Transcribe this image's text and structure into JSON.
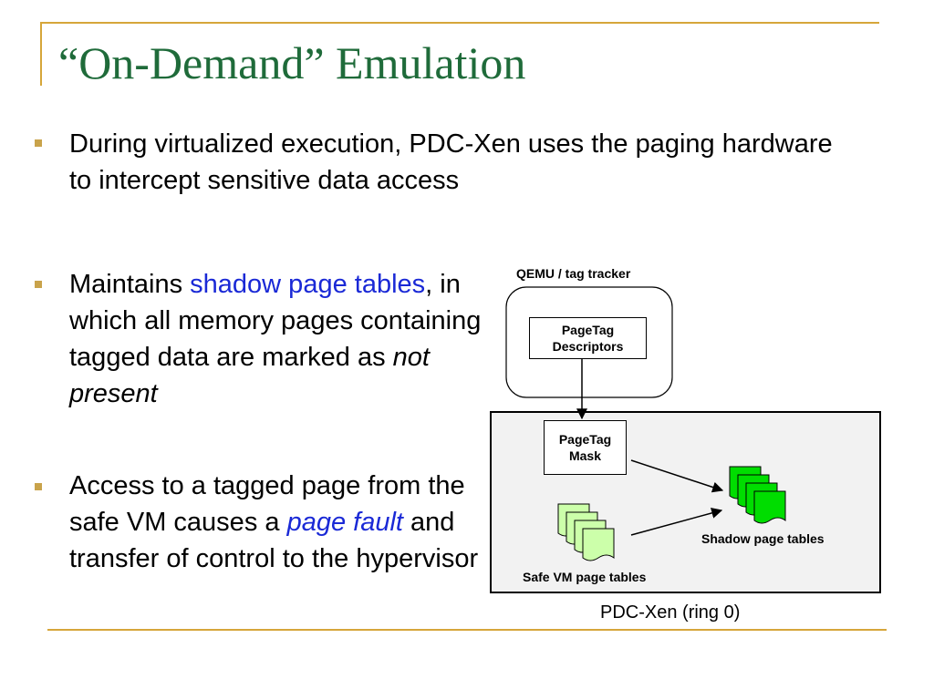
{
  "slide": {
    "title": "“On-Demand” Emulation",
    "bullets": [
      {
        "text": "During virtualized execution, PDC-Xen uses the paging hardware to intercept sensitive data access"
      },
      {
        "pre": "Maintains ",
        "link": "shadow page tables",
        "mid": ", in which all memory pages containing tagged data are marked as ",
        "em": "not present"
      },
      {
        "pre": "Access to a tagged page from the safe VM causes a ",
        "em": "page fault",
        "post": " and transfer of control to the hypervisor"
      }
    ]
  },
  "diagram": {
    "qemu_label": "QEMU / tag tracker",
    "descriptors_line1": "PageTag",
    "descriptors_line2": "Descriptors",
    "mask_line1": "PageTag",
    "mask_line2": "Mask",
    "shadow_label": "Shadow page tables",
    "safe_label": "Safe VM page tables",
    "xen_caption": "PDC-Xen (ring 0)"
  },
  "colors": {
    "title": "#1f6b3a",
    "frame": "#d6a63a",
    "bullet_marker": "#c9a34b",
    "highlight_text": "#1a29d6",
    "shadow_pages": "#00dd00",
    "safe_pages": "#ccffaa",
    "xen_panel": "#f2f2f2"
  }
}
